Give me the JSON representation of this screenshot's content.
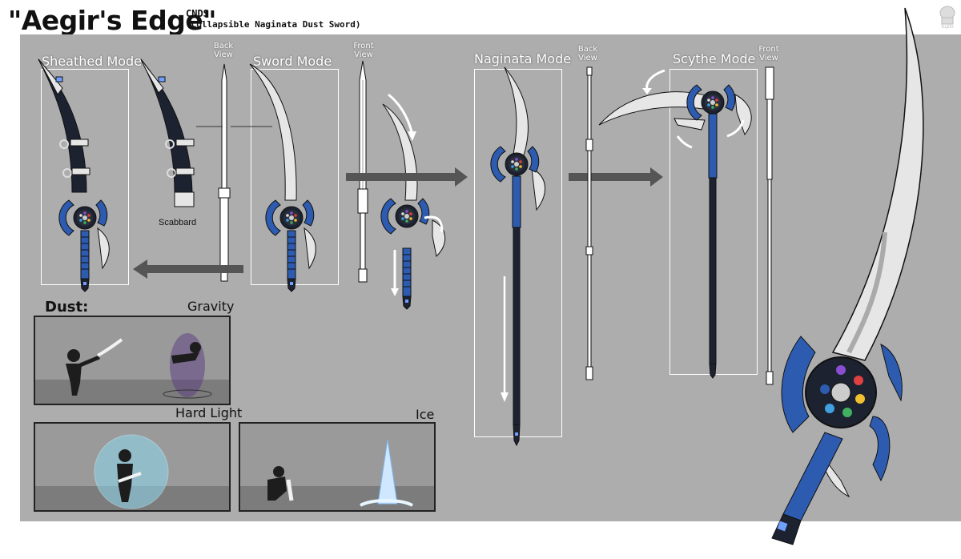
{
  "header": {
    "title": "\"Aegir's Edge\"",
    "code": "CNDS",
    "subtitle": "(Collapsible Naginata Dust Sword)"
  },
  "modes": {
    "sheathed": "Sheathed Mode",
    "sword": "Sword Mode",
    "naginata": "Naginata Mode",
    "scythe": "Scythe Mode"
  },
  "views": {
    "back": "Back View",
    "front": "Front View"
  },
  "parts": {
    "scabbard": "Scabbard"
  },
  "dust": {
    "heading": "Dust:",
    "gravity": "Gravity",
    "hard_light": "Hard Light",
    "ice": "Ice"
  },
  "colors": {
    "panel": "#adadad",
    "blue": "#2d5bb0",
    "dark": "#1d2230",
    "blade": "#e6e6e6"
  }
}
